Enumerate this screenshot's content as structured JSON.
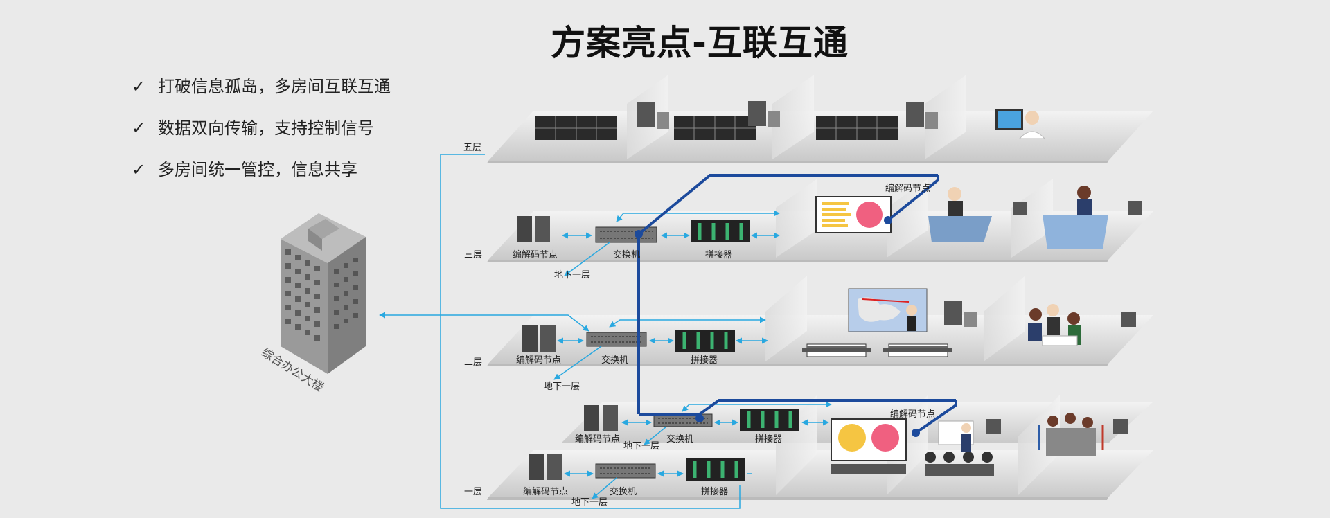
{
  "title": "方案亮点-互联互通",
  "bullets": [
    "打破信息孤岛，多房间互联互通",
    "数据双向传输，支持控制信号",
    "多房间统一管控，信息共享"
  ],
  "building_label": "综合办公大楼",
  "floors": {
    "f5": "五层",
    "f3": "三层",
    "f2": "二层",
    "f1": "一层"
  },
  "devices": {
    "codec": "编解码节点",
    "switch": "交换机",
    "splicer": "拼接器",
    "basement": "地下一层"
  },
  "colors": {
    "accent_line": "#29a8e0",
    "trunk_line": "#1c4a9c",
    "background": "#eaeaea"
  }
}
